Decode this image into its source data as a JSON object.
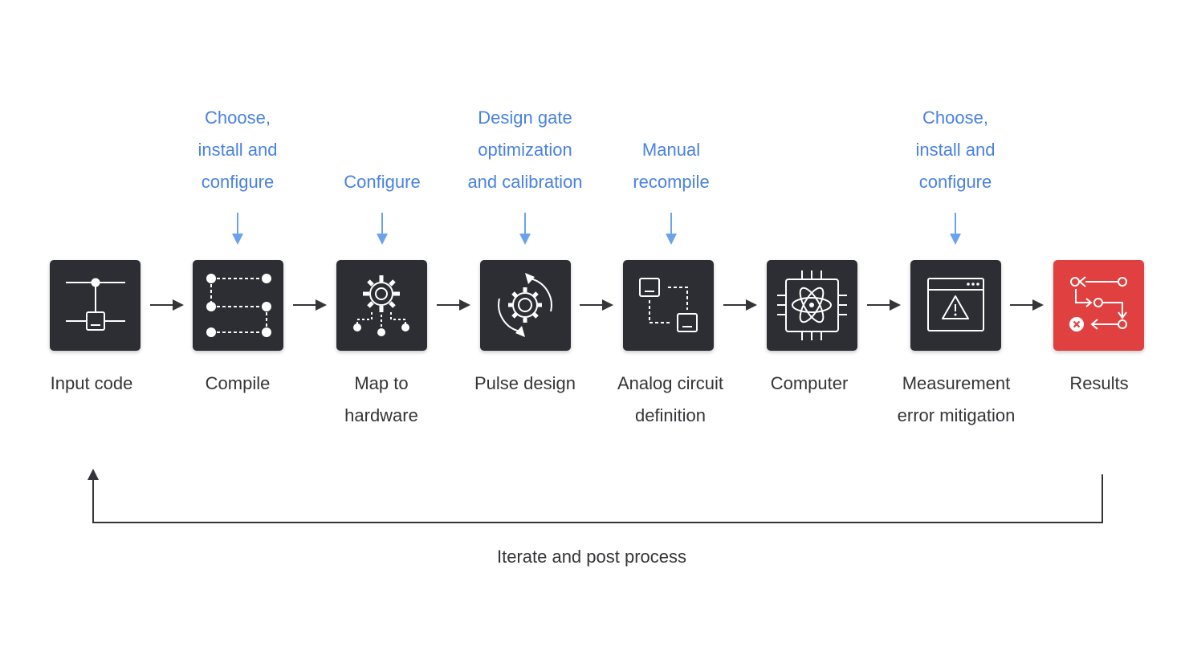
{
  "steps": [
    {
      "id": "input-code",
      "label": [
        "Input code"
      ],
      "icon": "circuit-icon"
    },
    {
      "id": "compile",
      "label": [
        "Compile"
      ],
      "icon": "node-graph-icon",
      "annotation": [
        "Choose,",
        "install and",
        "configure"
      ]
    },
    {
      "id": "map-to-hardware",
      "label": [
        "Map to",
        "hardware"
      ],
      "icon": "gear-chip-icon",
      "annotation": [
        "Configure"
      ]
    },
    {
      "id": "pulse-design",
      "label": [
        "Pulse design"
      ],
      "icon": "gear-cycle-icon",
      "annotation": [
        "Design gate",
        "optimization",
        "and calibration"
      ]
    },
    {
      "id": "analog-circuit-definition",
      "label": [
        "Analog circuit",
        "definition"
      ],
      "icon": "connected-squares-icon",
      "annotation": [
        "Manual",
        "recompile"
      ]
    },
    {
      "id": "computer",
      "label": [
        "Computer"
      ],
      "icon": "atom-chip-icon"
    },
    {
      "id": "measurement-error-mitigation",
      "label": [
        "Measurement",
        "error mitigation"
      ],
      "icon": "warning-window-icon",
      "annotation": [
        "Choose,",
        "install and",
        "configure"
      ]
    },
    {
      "id": "results",
      "label": [
        "Results"
      ],
      "icon": "results-flow-icon"
    }
  ],
  "loop": {
    "label": "Iterate and post process"
  },
  "colors": {
    "box": "#2d2e33",
    "result_box": "#e14040",
    "annotation": "#4a82e0",
    "annotation_arrow": "#6aa3ec",
    "text": "#333538"
  }
}
